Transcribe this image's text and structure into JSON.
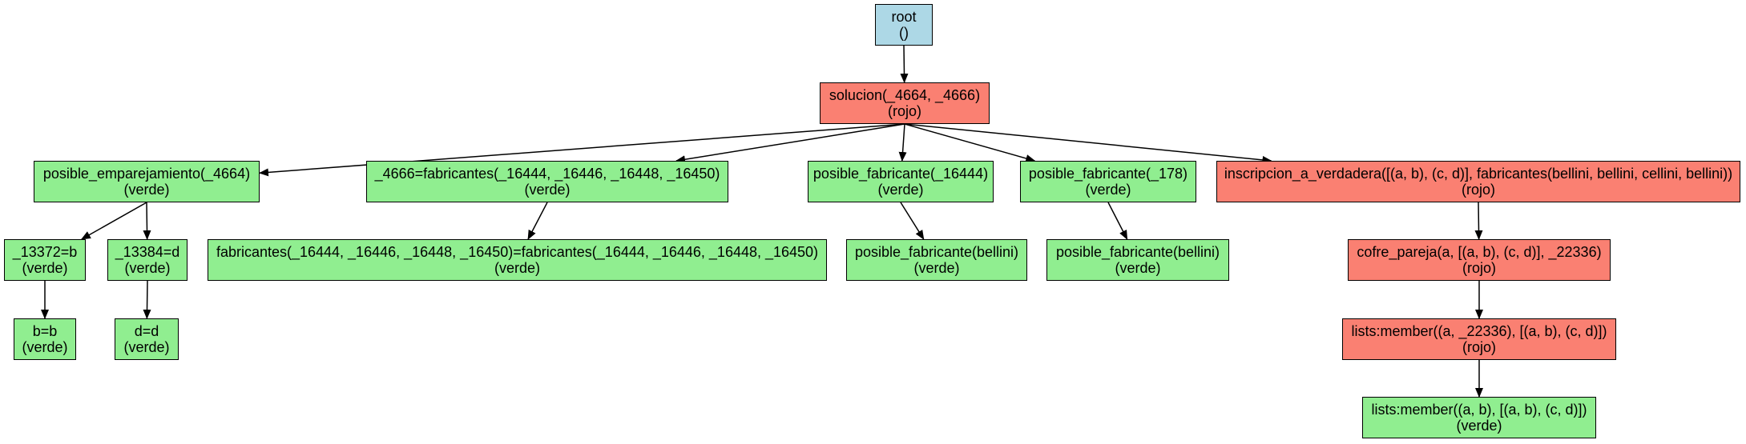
{
  "colors": {
    "root": "#add8e6",
    "verde": "#90ee90",
    "rojo": "#fa8072",
    "edge": "#000000"
  },
  "nodes": [
    {
      "id": "root",
      "line1": "root",
      "line2": "()",
      "color": "root"
    },
    {
      "id": "solucion",
      "line1": "solucion(_4664, _4666)",
      "line2": "(rojo)",
      "color": "rojo"
    },
    {
      "id": "posible-emparejamiento",
      "line1": "posible_emparejamiento(_4664)",
      "line2": "(verde)",
      "color": "verde"
    },
    {
      "id": "fabricantes-unify",
      "line1": "_4666=fabricantes(_16444, _16446, _16448, _16450)",
      "line2": "(verde)",
      "color": "verde"
    },
    {
      "id": "posible-fabricante-16444",
      "line1": "posible_fabricante(_16444)",
      "line2": "(verde)",
      "color": "verde"
    },
    {
      "id": "posible-fabricante-178",
      "line1": "posible_fabricante(_178)",
      "line2": "(verde)",
      "color": "verde"
    },
    {
      "id": "inscripcion",
      "line1": "inscripcion_a_verdadera([(a, b), (c, d)], fabricantes(bellini, bellini, cellini, bellini))",
      "line2": "(rojo)",
      "color": "rojo"
    },
    {
      "id": "unify-13372",
      "line1": "_13372=b",
      "line2": "(verde)",
      "color": "verde"
    },
    {
      "id": "unify-13384",
      "line1": "_13384=d",
      "line2": "(verde)",
      "color": "verde"
    },
    {
      "id": "fabricantes-eq",
      "line1": "fabricantes(_16444, _16446, _16448, _16450)=fabricantes(_16444, _16446, _16448, _16450)",
      "line2": "(verde)",
      "color": "verde"
    },
    {
      "id": "posible-fabricante-bellini-1",
      "line1": "posible_fabricante(bellini)",
      "line2": "(verde)",
      "color": "verde"
    },
    {
      "id": "posible-fabricante-bellini-2",
      "line1": "posible_fabricante(bellini)",
      "line2": "(verde)",
      "color": "verde"
    },
    {
      "id": "cofre-pareja",
      "line1": "cofre_pareja(a, [(a, b), (c, d)], _22336)",
      "line2": "(rojo)",
      "color": "rojo"
    },
    {
      "id": "b-eq-b",
      "line1": "b=b",
      "line2": "(verde)",
      "color": "verde"
    },
    {
      "id": "d-eq-d",
      "line1": "d=d",
      "line2": "(verde)",
      "color": "verde"
    },
    {
      "id": "lists-member-1",
      "line1": "lists:member((a, _22336), [(a, b), (c, d)])",
      "line2": "(rojo)",
      "color": "rojo"
    },
    {
      "id": "lists-member-2",
      "line1": "lists:member((a, b), [(a, b), (c, d)])",
      "line2": "(verde)",
      "color": "verde"
    }
  ],
  "edges": [
    [
      "root",
      "solucion"
    ],
    [
      "solucion",
      "posible-emparejamiento"
    ],
    [
      "solucion",
      "fabricantes-unify"
    ],
    [
      "solucion",
      "posible-fabricante-16444"
    ],
    [
      "solucion",
      "posible-fabricante-178"
    ],
    [
      "solucion",
      "inscripcion"
    ],
    [
      "posible-emparejamiento",
      "unify-13372"
    ],
    [
      "posible-emparejamiento",
      "unify-13384"
    ],
    [
      "unify-13372",
      "b-eq-b"
    ],
    [
      "unify-13384",
      "d-eq-d"
    ],
    [
      "fabricantes-unify",
      "fabricantes-eq"
    ],
    [
      "posible-fabricante-16444",
      "posible-fabricante-bellini-1"
    ],
    [
      "posible-fabricante-178",
      "posible-fabricante-bellini-2"
    ],
    [
      "inscripcion",
      "cofre-pareja"
    ],
    [
      "cofre-pareja",
      "lists-member-1"
    ],
    [
      "lists-member-1",
      "lists-member-2"
    ]
  ]
}
